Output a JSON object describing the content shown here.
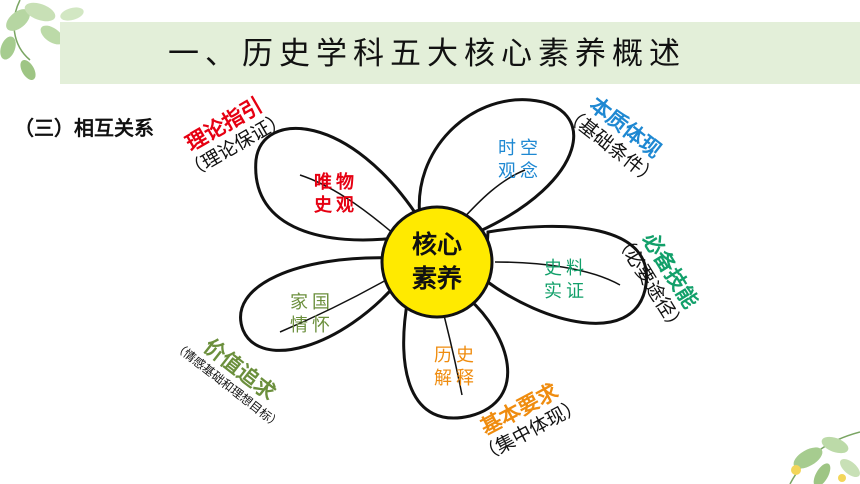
{
  "title": "一、历史学科五大核心素养概述",
  "subtitle": "（三）相互关系",
  "center": {
    "line1": "核心",
    "line2": "素养"
  },
  "petals": [
    {
      "line1": "唯物",
      "line2": "史观",
      "color": "#e60012"
    },
    {
      "line1": "时空",
      "line2": "观念",
      "color": "#1e88d2"
    },
    {
      "line1": "史料",
      "line2": "实证",
      "color": "#12a06a"
    },
    {
      "line1": "历史",
      "line2": "解释",
      "color": "#ef8c0f"
    },
    {
      "line1": "家国",
      "line2": "情怀",
      "color": "#6b8f3c"
    }
  ],
  "relations": [
    {
      "main": "理论指引",
      "sub": "（理论保证）",
      "color": "#e60012"
    },
    {
      "main": "本质体现",
      "sub": "（基础条件）",
      "color": "#1e88d2"
    },
    {
      "main": "必备技能",
      "sub": "（必要途径）",
      "color": "#12a06a"
    },
    {
      "main": "基本要求",
      "sub": "（集中体现）",
      "color": "#ef8c0f"
    },
    {
      "main": "价值追求",
      "sub": "（情感基础和理想目标）",
      "color": "#6b8f3c"
    }
  ],
  "colors": {
    "center_fill": "#ffea00",
    "title_band": "#e3efd9",
    "leaf_green": "#9dc48a"
  },
  "decorations": [
    "leaf-top-left",
    "leaf-bottom-right"
  ]
}
